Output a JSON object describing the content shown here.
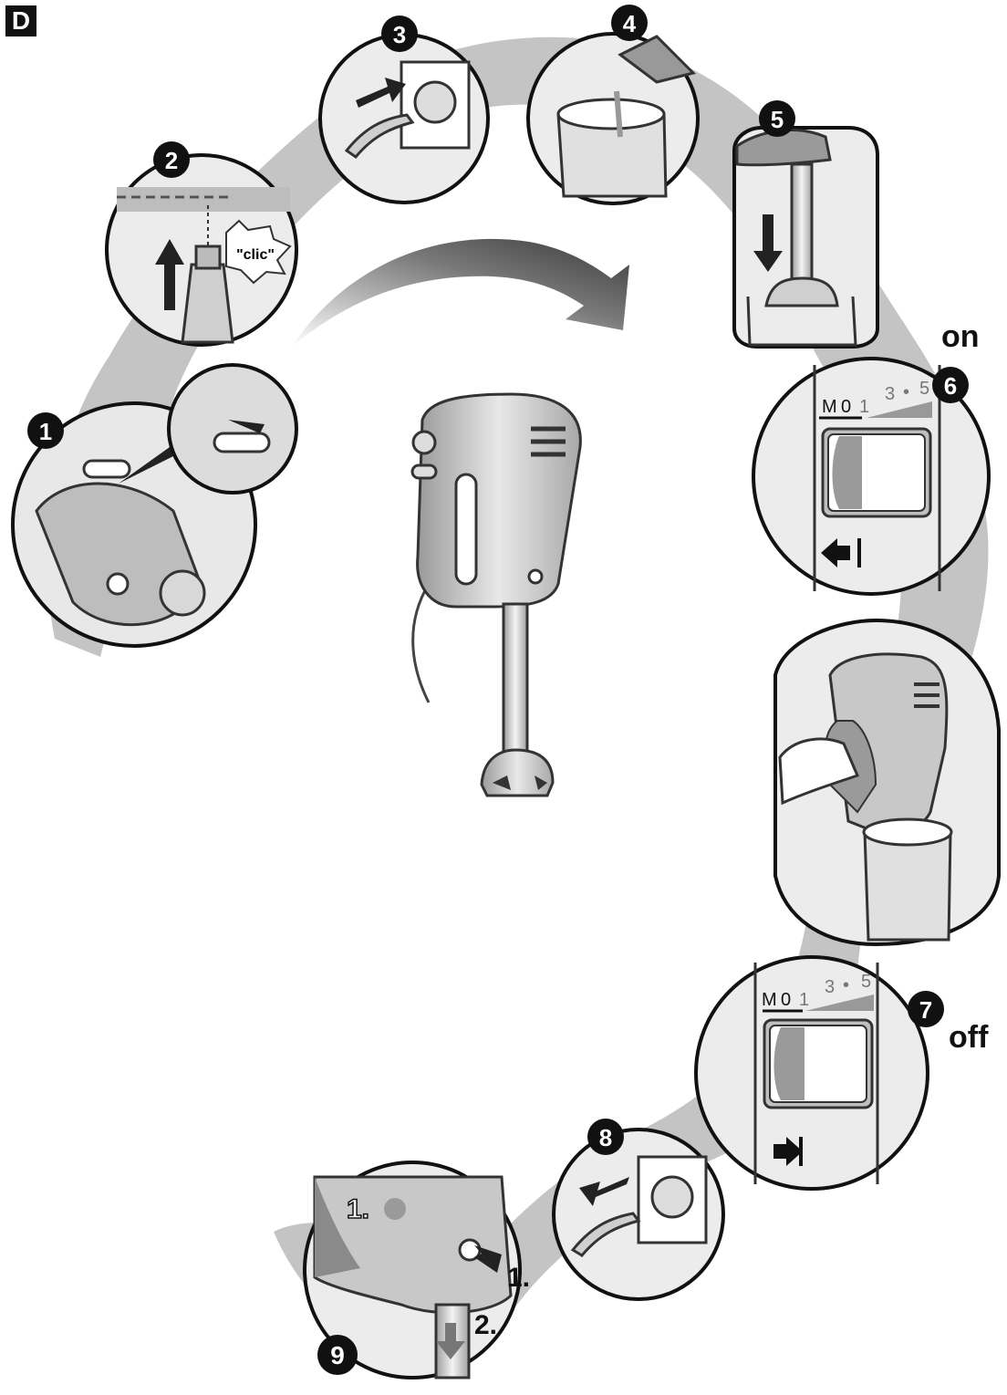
{
  "section": "D",
  "steps": [
    {
      "number": "1"
    },
    {
      "number": "2"
    },
    {
      "number": "3"
    },
    {
      "number": "4"
    },
    {
      "number": "5"
    },
    {
      "number": "6"
    },
    {
      "number": "7"
    },
    {
      "number": "8"
    },
    {
      "number": "9"
    }
  ],
  "step2": {
    "sound": "\"clic\""
  },
  "switch_scale": {
    "m": "M",
    "zero": "0",
    "one": "1",
    "three": "3",
    "dot": "•",
    "five": "5"
  },
  "labels": {
    "on": "on",
    "off": "off"
  },
  "step9": {
    "first_a": "1.",
    "first_b": "1.",
    "second": "2."
  },
  "colors": {
    "background": "#ffffff",
    "path_gray": "#c4c4c4",
    "ink": "#111111",
    "device_gray": "#bdbdbd"
  }
}
